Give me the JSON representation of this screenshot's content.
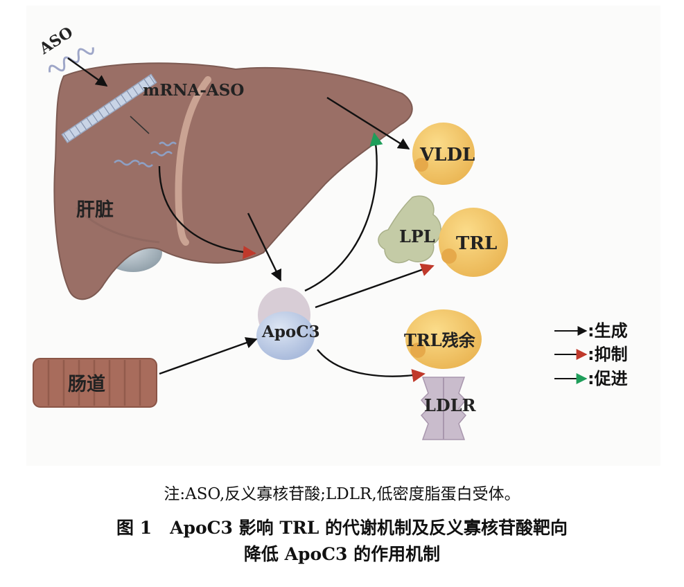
{
  "labels": {
    "aso": "ASO",
    "mrna_aso": "mRNA-ASO",
    "liver": "肝脏",
    "intestine": "肠道",
    "apoc3": "ApoC3",
    "vldl": "VLDL",
    "lpl": "LPL",
    "trl": "TRL",
    "trl_remnant": "TRL残余",
    "ldlr": "LDLR"
  },
  "legend": [
    {
      "label": ":生成",
      "color": "#111111",
      "meaning": "generation"
    },
    {
      "label": ":抑制",
      "color": "#c0392b",
      "meaning": "inhibition"
    },
    {
      "label": ":促进",
      "color": "#1e9e5a",
      "meaning": "promotion"
    }
  ],
  "colors": {
    "liver": "#9a6f66",
    "intestine": "#a86c5c",
    "lipoprotein": "#f2c564",
    "lpl": "#c4cba6",
    "apoc3": "#b9c8e3",
    "ldlr": "#c9bccc",
    "inhibit_arrow": "#c0392b",
    "promote_arrow": "#1e9e5a"
  },
  "note": "注:ASO,反义寡核苷酸;LDLR,低密度脂蛋白受体。",
  "caption": {
    "figure_number": "图 1",
    "line1": "ApoC3 影响 TRL 的代谢机制及反义寡核苷酸靶向",
    "line2": "降低 ApoC3 的作用机制"
  }
}
